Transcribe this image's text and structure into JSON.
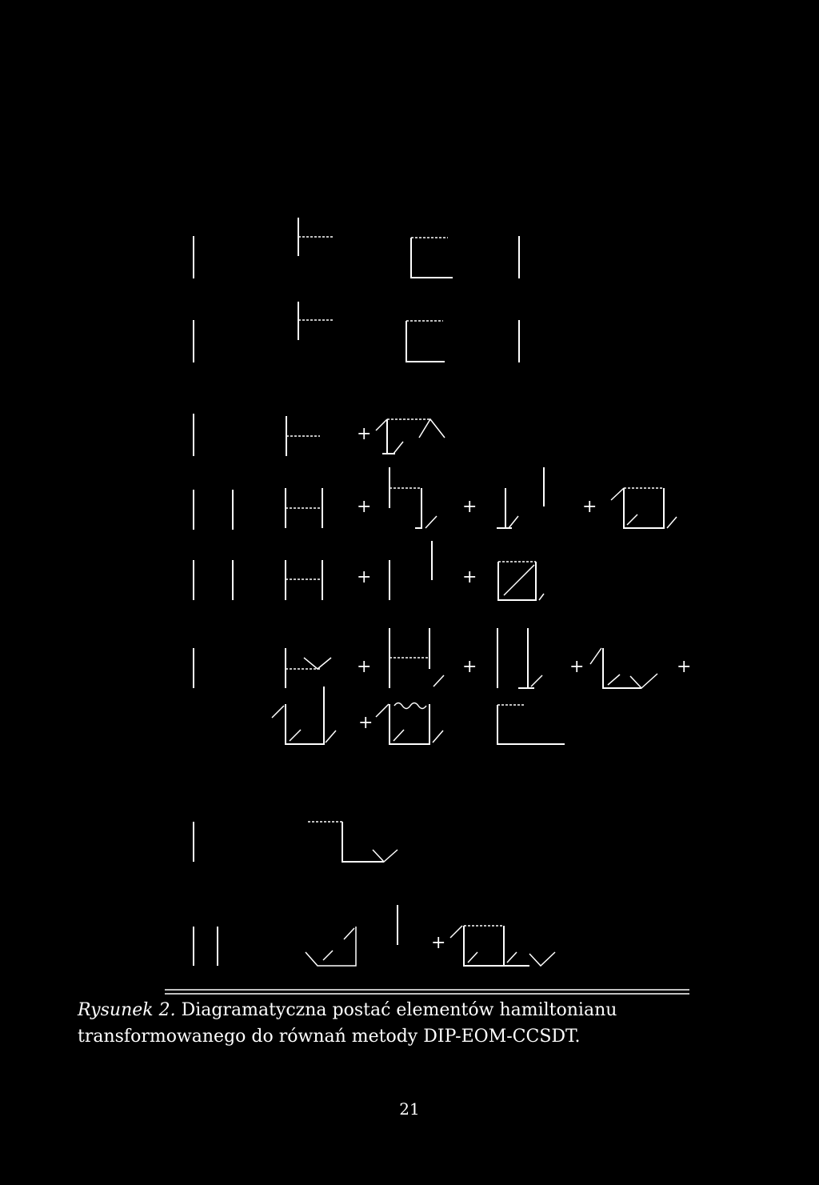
{
  "figure": {
    "operator_symbol": "+"
  },
  "caption": {
    "label": "Rysunek 2.",
    "text": "Diagramatyczna postać elementów hamiltonianu transformowanego do równań metody DIP-EOM-CCSDT."
  },
  "page_number": "21"
}
